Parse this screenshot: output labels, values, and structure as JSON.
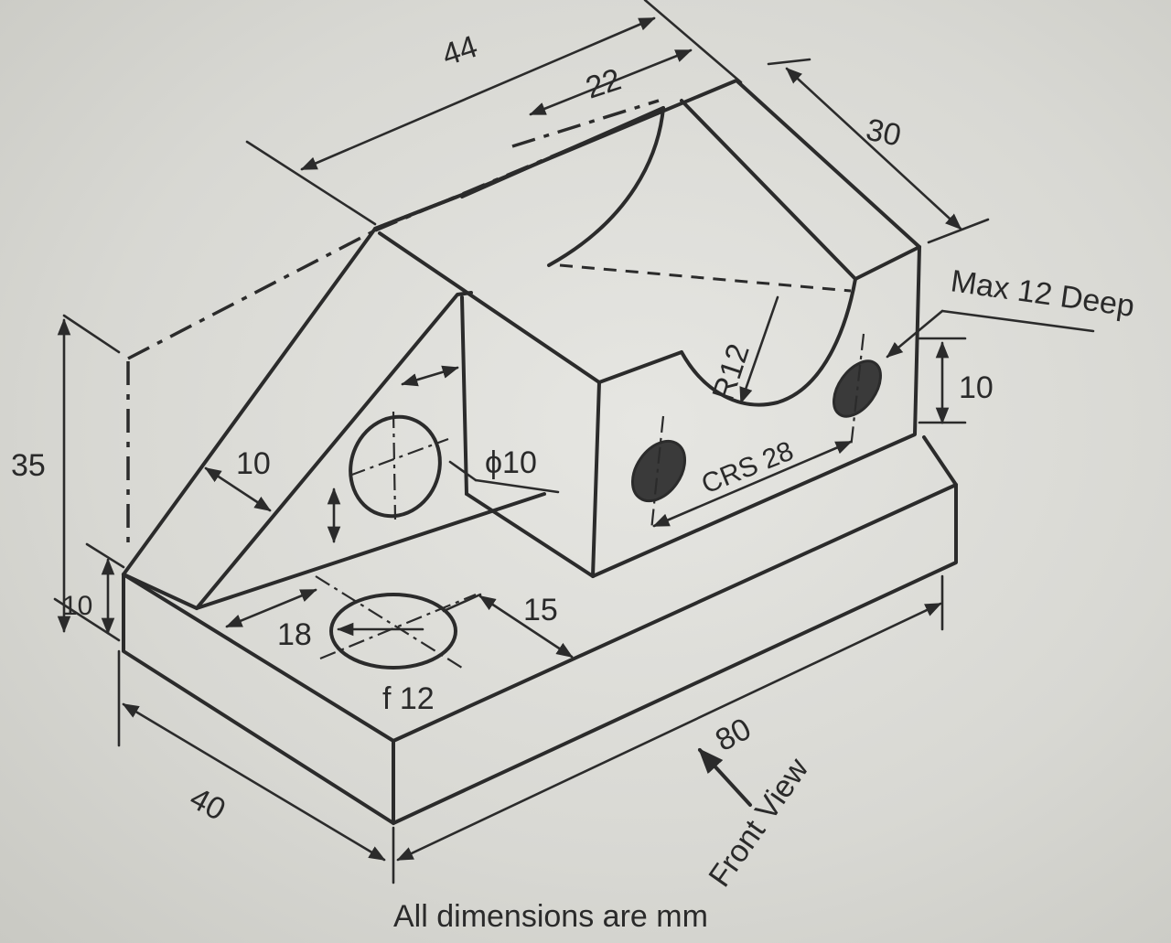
{
  "drawing": {
    "labels": {
      "overall_width": "44",
      "slot_width": "22",
      "depth": "30",
      "max_depth_note": "Max 12 Deep",
      "hole_height": "10",
      "radius": "R12",
      "centers": "CRS 28",
      "diameter_side": "ϕ10",
      "rib_thickness": "10",
      "height": "35",
      "base_height": "10",
      "hole_offset_x": "18",
      "hole_offset_y": "15",
      "diameter_base": "f 12",
      "length": "80",
      "width_base": "40",
      "front_view": "Front View",
      "units_note": "All dimensions are mm"
    },
    "colors": {
      "ink": "#2b2b2b",
      "paper": "#dcdcd8"
    }
  }
}
